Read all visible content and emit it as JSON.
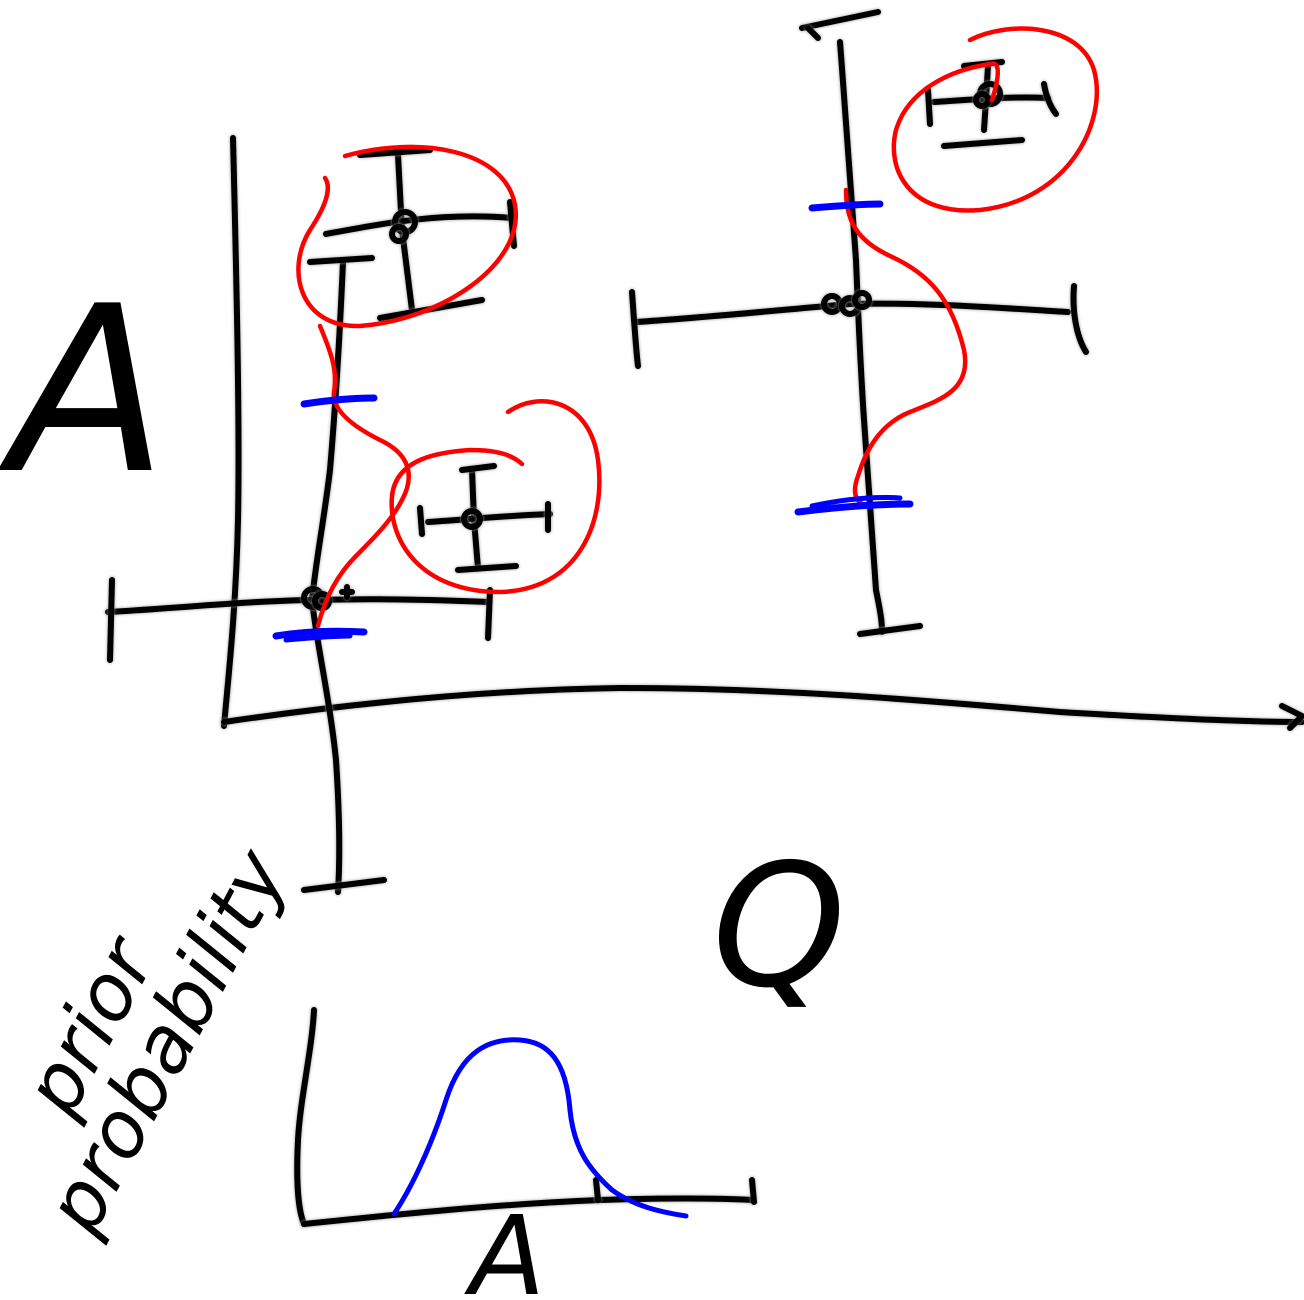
{
  "labels": {
    "main_y_axis": "A",
    "main_x_axis": "Q",
    "prior_y_axis_line1": "prior",
    "prior_y_axis_line2": "probability",
    "prior_x_axis": "A"
  },
  "colors": {
    "ink": "#000000",
    "red_annotation": "#ff0000",
    "blue_annotation": "#0000ff",
    "background": "#ffffff"
  }
}
